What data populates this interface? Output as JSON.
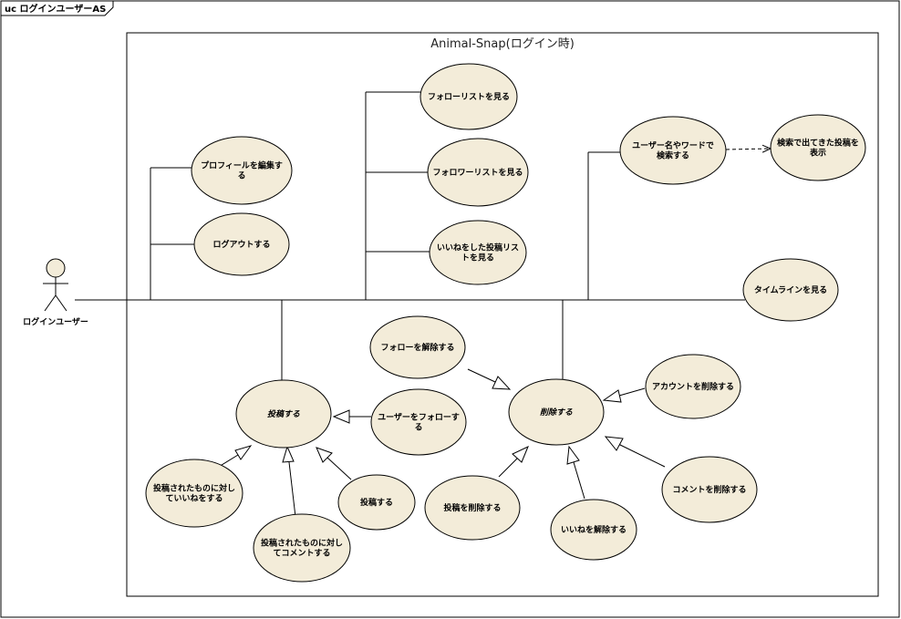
{
  "frame": {
    "tab_label": "uc ログインユーザーAS"
  },
  "system": {
    "title": "Animal-Snap(ログイン時)"
  },
  "actor": {
    "label": "ログインユーザー"
  },
  "colors": {
    "usecase_fill": "#f3ecd9",
    "line": "#000000",
    "background": "#ffffff"
  },
  "use_cases": {
    "edit_profile": [
      "プロフィールを編集す",
      "る"
    ],
    "logout": [
      "ログアウトする"
    ],
    "follow_list": [
      "フォローリストを見る"
    ],
    "follower_list": [
      "フォロワーリストを見る"
    ],
    "liked_posts": [
      "いいねをした投稿リス",
      "トを見る"
    ],
    "search": [
      "ユーザー名やワードで",
      "検索する"
    ],
    "search_results": [
      "検索で出てきた投稿を",
      "表示"
    ],
    "timeline": [
      "タイムラインを見る"
    ],
    "post_abstract": [
      "投稿する"
    ],
    "delete_abstract": [
      "削除する"
    ],
    "unfollow": [
      "フォローを解除する"
    ],
    "follow_user": [
      "ユーザーをフォローす",
      "る"
    ],
    "like_post": [
      "投稿されたものに対し",
      "ていいねをする"
    ],
    "comment_post": [
      "投稿されたものに対し",
      "てコメントする"
    ],
    "post": [
      "投稿する"
    ],
    "delete_post": [
      "投稿を削除する"
    ],
    "unlike": [
      "いいねを解除する"
    ],
    "delete_account": [
      "アカウントを削除する"
    ],
    "delete_comment": [
      "コメントを削除する"
    ]
  }
}
